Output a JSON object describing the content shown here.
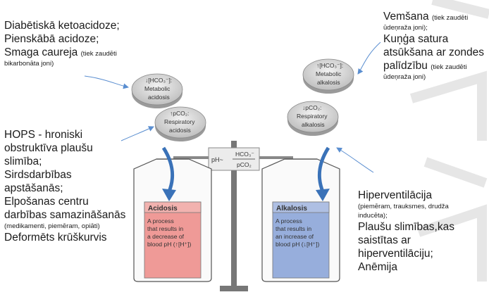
{
  "top_left": {
    "line1": "Diabētiskā ketoacidoze;",
    "line2": "Pienskābā acidoze;",
    "line3": "Smaga caureja",
    "line3_note": "(tiek zaudēti",
    "line4_note": "bikarbonāta joni)"
  },
  "top_right": {
    "line1": "Vemšana",
    "line1_note": "(tiek zaudēti",
    "line2_note": "ūdeņraža joni);",
    "line3": "Kuņģa satura",
    "line4": "atsūkšana ar zondes",
    "line5": "palīdzību",
    "line5_note": "(tiek zaudēti",
    "line6_note": "ūdeņraža joni)"
  },
  "left_mid": {
    "lines": [
      "HOPS - hroniski",
      "obstruktīva plaušu",
      "slimība;",
      "Sirdsdarbības",
      "apstāšanās;",
      "Elpošanas centru",
      "darbības samazināšanās"
    ],
    "note": "(medikamenti, piemēram, opiāti)",
    "last": "Deformēts krūškurvis"
  },
  "right_mid": {
    "line1": "Hiperventilācija",
    "note1": "(piemēram, trauksmes, drudža",
    "note2": "inducēta);",
    "lines": [
      "Plaušu slimības,kas",
      "saistītas ar",
      "hiperventilāciju;",
      "Anēmija"
    ]
  },
  "weights": {
    "meta_acid": {
      "l1": "↓[HCO₃⁻]:",
      "l2": "Metabolic",
      "l3": "acidosis"
    },
    "resp_acid": {
      "l1": "↑pCO₂:",
      "l2": "Respiratory",
      "l3": "acidosis"
    },
    "meta_alk": {
      "l1": "↑[HCO₃⁻]:",
      "l2": "Metabolic",
      "l3": "alkalosis"
    },
    "resp_alk": {
      "l1": "↓pCO₂:",
      "l2": "Respiratory",
      "l3": "alkalosis"
    }
  },
  "scale": {
    "ph": "pH~",
    "numerator": "HCO₃⁻",
    "denominator": "pCO₂"
  },
  "acidosis": {
    "title": "Acidosis",
    "desc": [
      "A process",
      "that results in",
      "a decrease of",
      "blood pH (↑[H⁺])"
    ]
  },
  "alkalosis": {
    "title": "Alkalosis",
    "desc": [
      "A process",
      "that results in",
      "an increase of",
      "blood pH (↓[H⁺])"
    ]
  },
  "colors": {
    "acid_fill": "#ef9a97",
    "alk_fill": "#97aedc",
    "arrow_blue": "#3a72b8",
    "disk": "#d8d8d8"
  }
}
